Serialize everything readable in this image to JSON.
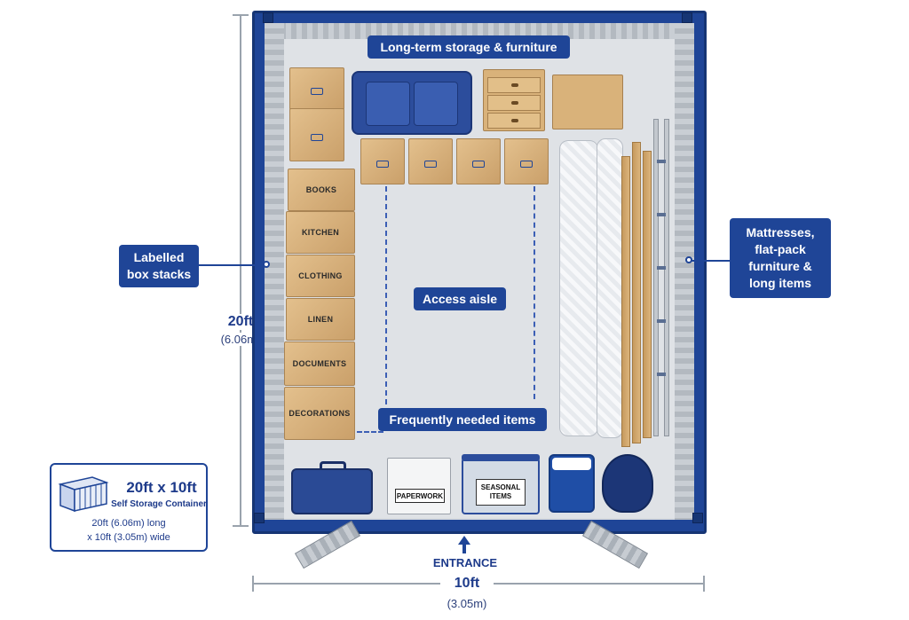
{
  "dimensions": {
    "height_label": "20ft",
    "height_metric": "(6.06m)",
    "width_label": "10ft",
    "width_metric": "(3.05m)"
  },
  "callouts": {
    "long_term": "Long-term storage & furniture",
    "labelled_boxes": "Labelled\nbox stacks",
    "mattresses": "Mattresses,\nflat-pack\nfurniture &\nlong items",
    "access_aisle": "Access aisle",
    "frequently_needed": "Frequently needed items",
    "entrance": "ENTRANCE"
  },
  "box_labels": [
    "BOOKS",
    "KITCHEN",
    "CLOTHING",
    "LINEN",
    "DOCUMENTS",
    "DECORATIONS"
  ],
  "item_labels": {
    "paperwork": "PAPERWORK",
    "seasonal": "SEASONAL\nITEMS"
  },
  "legend": {
    "title": "20ft x 10ft",
    "subtitle": "Self Storage Container",
    "line1": "20ft (6.06m) long",
    "line2": "x 10ft (3.05m) wide"
  },
  "colors": {
    "brand_blue": "#1f4597",
    "cardboard": "#d8b27e"
  }
}
